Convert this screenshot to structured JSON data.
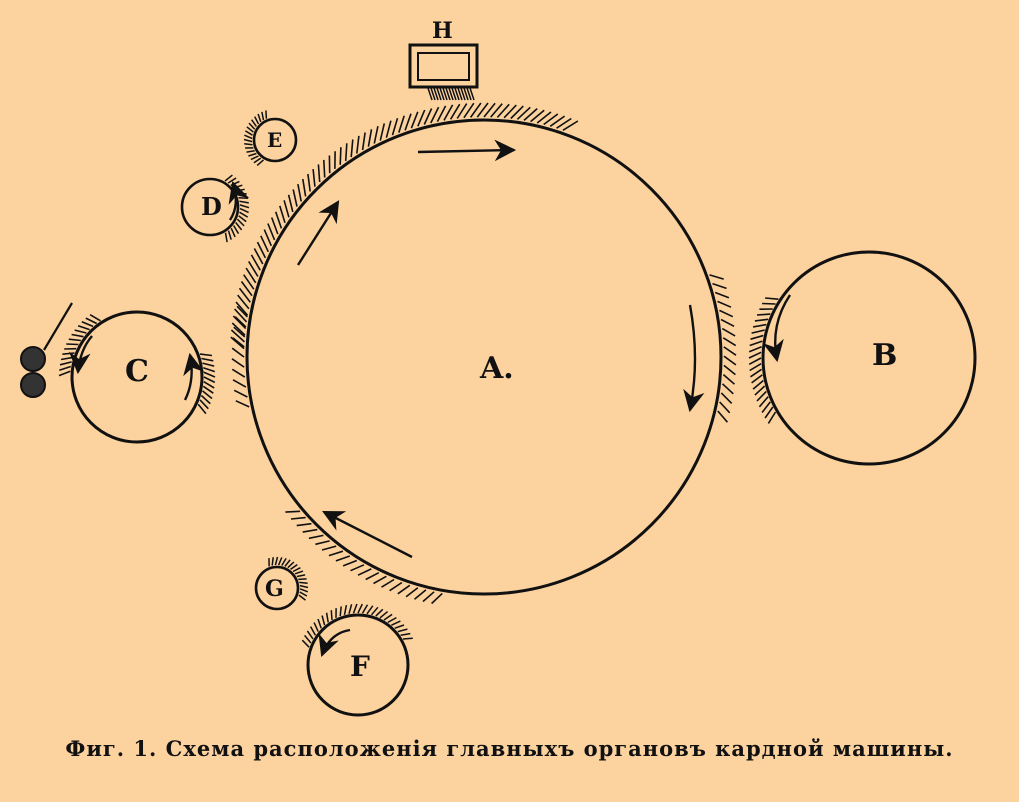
{
  "diagram": {
    "labels": {
      "A": "A.",
      "B": "B",
      "C": "C",
      "D": "D",
      "E": "E",
      "F": "F",
      "G": "G",
      "H": "H"
    }
  },
  "caption": "Фиг. 1. Схема расположенія главныхъ органовъ кардной машины.",
  "colors": {
    "background": "#FCD29F",
    "ink": "#111111"
  }
}
